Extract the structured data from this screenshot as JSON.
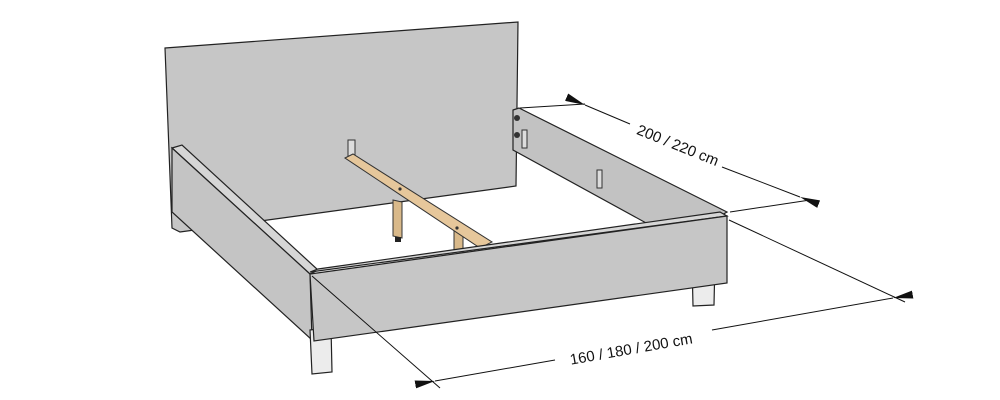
{
  "diagram": {
    "subject": "bed-frame",
    "dimensions": {
      "length_label": "200 / 220 cm",
      "width_label": "160 / 180 / 200 cm"
    },
    "colors": {
      "panel": "#c8c8c8",
      "panel_dark": "#b9b9b9",
      "slat": "#e6c79b",
      "leg": "#ececec",
      "line": "#111111"
    }
  }
}
